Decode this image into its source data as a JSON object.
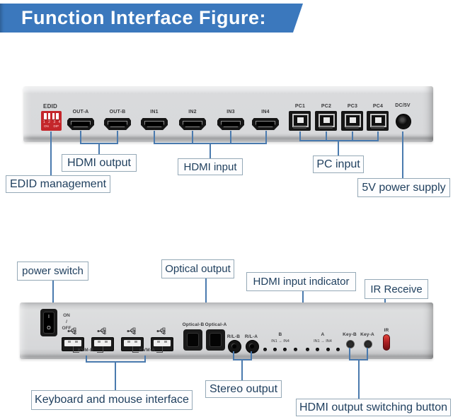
{
  "banner": {
    "title": "Function Interface Figure:"
  },
  "colors": {
    "banner_blue": "#3b78bd",
    "line_blue": "#4a7aae",
    "dip_red": "#c4262b",
    "ir_red": "#b02024",
    "panel_gray": "#d8d9db",
    "callout_text": "#1e3e5d"
  },
  "rear_panel": {
    "edid_label": "EDID",
    "dip": {
      "numbers": "1 2 3 4",
      "on": "ON",
      "dip": "DIP"
    },
    "hdmi_labels": [
      "OUT-A",
      "OUT-B",
      "IN1",
      "IN2",
      "IN3",
      "IN4"
    ],
    "pc_labels": [
      "PC1",
      "PC2",
      "PC3",
      "PC4"
    ],
    "dc_label": "DC/5V"
  },
  "rear_callouts": {
    "hdmi_output": "HDMI output",
    "hdmi_input": "HDMI input",
    "pc_input": "PC input",
    "edid_management": "EDID management",
    "power_supply": "5V power supply"
  },
  "front_panel": {
    "switch_i": "I",
    "switch_o": "O",
    "on": "ON",
    "slash": "/",
    "off": "OFF",
    "kvm_b": "KVM-B",
    "kvm_a": "KVM-A",
    "optical_b": "Optical-B",
    "optical_a": "Optical-A",
    "rl_b": "R/L-B",
    "rl_a": "R/L-A",
    "group_b": "B",
    "range_b": "IN1 → IN4",
    "group_a": "A",
    "range_a": "IN1 → IN4",
    "key_b": "Key-B",
    "key_a": "Key-A",
    "ir": "IR"
  },
  "front_callouts": {
    "power_switch": "power switch",
    "optical_output": "Optical output",
    "hdmi_input_indicator": "HDMI input indicator",
    "ir_receive": "IR Receive",
    "keyboard_mouse": "Keyboard and mouse interface",
    "stereo_output": "Stereo output",
    "hdmi_switch": "HDMI output switching button"
  }
}
